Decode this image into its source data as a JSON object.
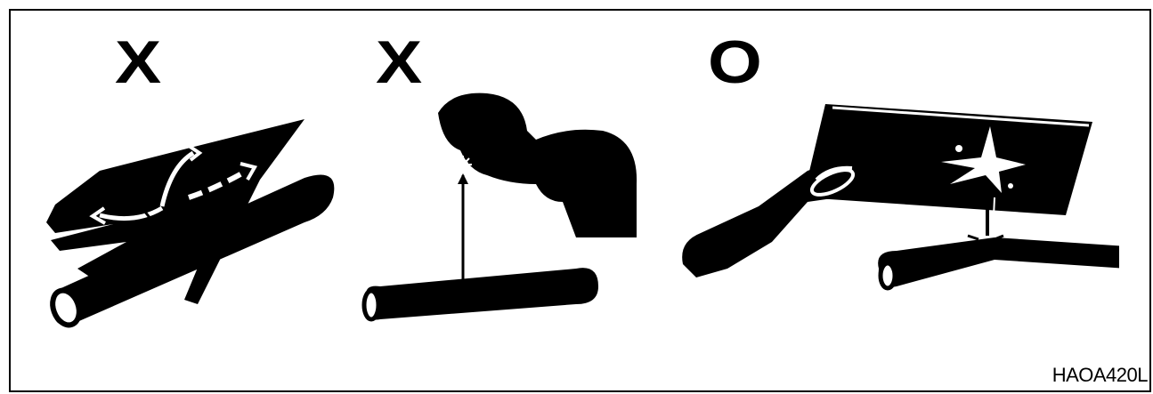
{
  "panels": [
    {
      "mark": "X"
    },
    {
      "mark": "X"
    },
    {
      "mark": "O"
    }
  ],
  "figure_code": "HAOA420L"
}
